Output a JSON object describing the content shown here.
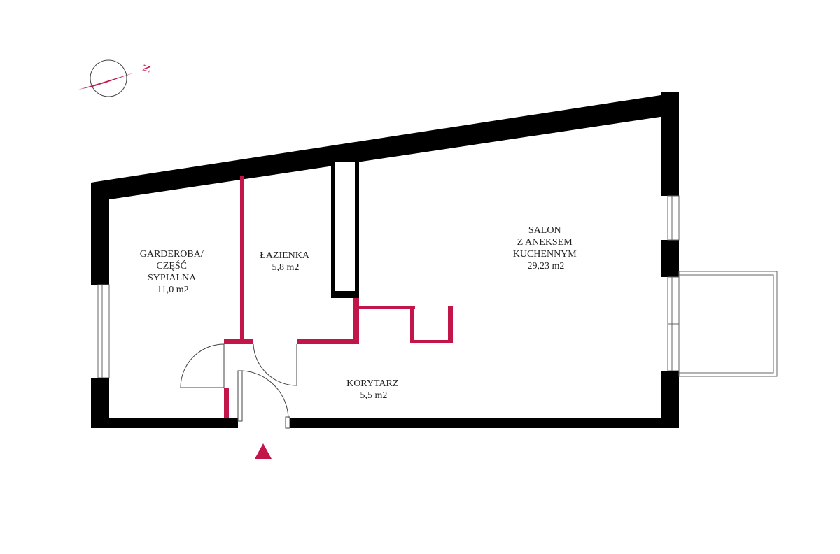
{
  "colors": {
    "outer_wall": "#000000",
    "partition_wall": "#c2154a",
    "accent": "#c2154a",
    "thin_line": "#666666"
  },
  "compass": {
    "icon": "compass-rose-icon",
    "north_letter": "N"
  },
  "entrance": {
    "icon": "entrance-triangle-icon"
  },
  "rooms": [
    {
      "lines": [
        "GARDEROBA/",
        "CZĘŚĆ",
        "SYPIALNA",
        "11,0 m2"
      ]
    },
    {
      "lines": [
        "ŁAZIENKA",
        "5,8 m2"
      ]
    },
    {
      "lines": [
        "SALON",
        "Z ANEKSEM",
        "KUCHENNYM",
        "29,23 m2"
      ]
    },
    {
      "lines": [
        "KORYTARZ",
        "5,5 m2"
      ]
    }
  ]
}
